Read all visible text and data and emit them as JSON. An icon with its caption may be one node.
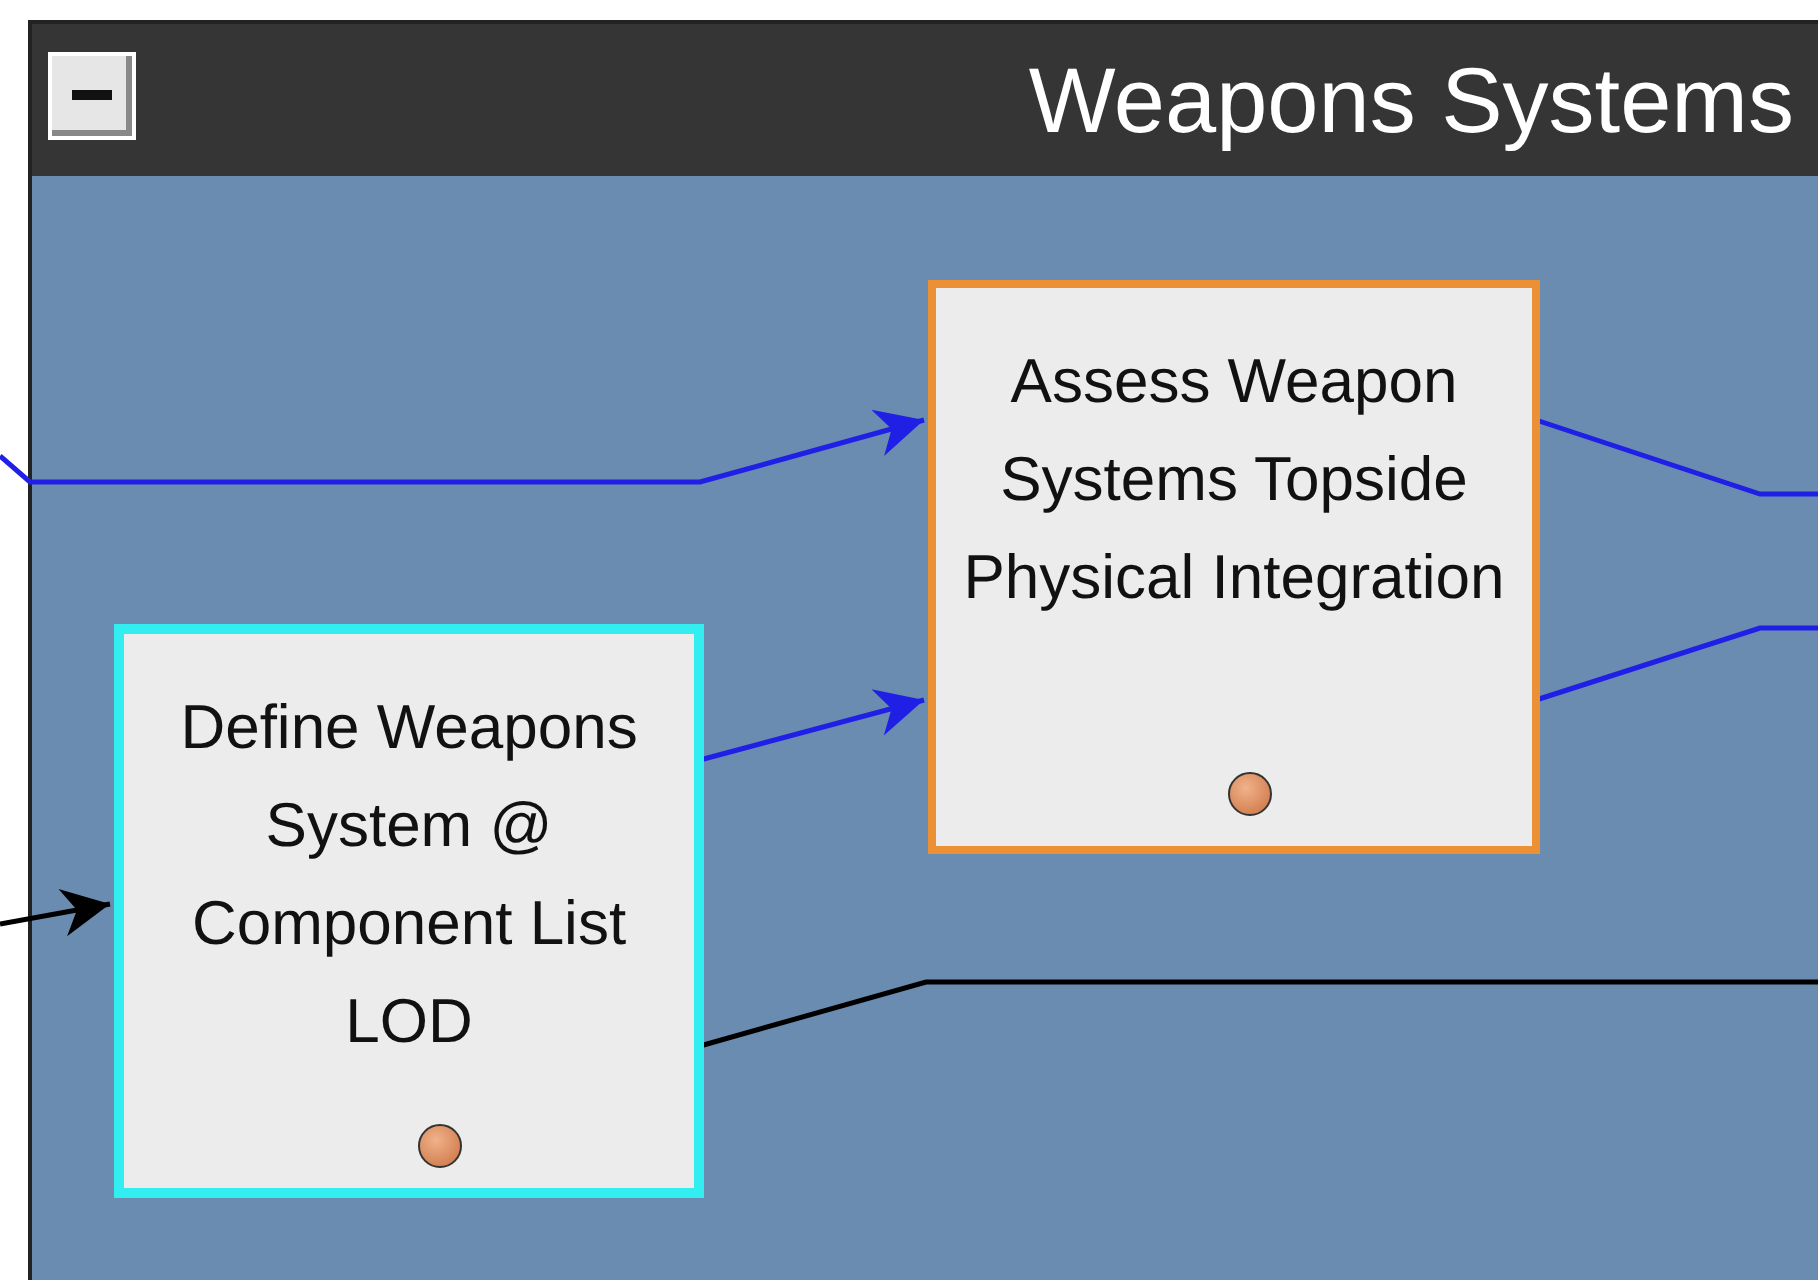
{
  "diagram": {
    "nodes": [
      {
        "text": [
          "Weapons Systems"
        ]
      },
      {
        "text": [
          "Assess Weapon Systems Topside Physical Integration"
        ],
        "in": 0
      },
      {
        "text": [
          "Define Weapons System @ Component List LOD"
        ],
        "in": 0
      }
    ],
    "edges": [
      {
        "from": null,
        "to": 1,
        "arrow": "to"
      },
      {
        "from": 2,
        "to": 1,
        "arrow": "to"
      },
      {
        "from": null,
        "to": 2,
        "arrow": "to",
        "color": "#000000"
      },
      {
        "from": 1,
        "to": null,
        "arrow": "none"
      },
      {
        "from": 1,
        "to": null,
        "arrow": "none"
      },
      {
        "from": 2,
        "to": null,
        "arrow": "none",
        "color": "#000000"
      }
    ]
  }
}
